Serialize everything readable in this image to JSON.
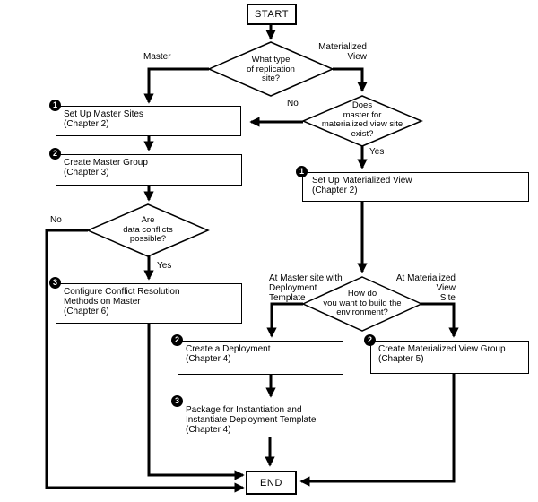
{
  "flowchart": {
    "terminals": {
      "start": "START",
      "end": "END"
    },
    "decisions": {
      "what_type": {
        "lines": [
          "What type",
          "of replication",
          "site?"
        ]
      },
      "does_master_exist": {
        "lines": [
          "Does",
          "master for",
          "materialized view site",
          "exist?"
        ]
      },
      "data_conflicts": {
        "lines": [
          "Are",
          "data conflicts",
          "possible?"
        ]
      },
      "how_build": {
        "lines": [
          "How do",
          "you want to build the",
          "environment?"
        ]
      }
    },
    "processes": {
      "setup_master_sites": {
        "badge": "1",
        "lines": [
          "Set Up Master Sites",
          "(Chapter 2)"
        ]
      },
      "create_master_group": {
        "badge": "2",
        "lines": [
          "Create Master Group",
          "(Chapter 3)"
        ]
      },
      "configure_conflict_resolution": {
        "badge": "3",
        "lines": [
          "Configure Conflict Resolution",
          "Methods on Master",
          "(Chapter 6)"
        ]
      },
      "setup_materialized_view": {
        "badge": "1",
        "lines": [
          "Set Up Materialized View",
          "(Chapter 2)"
        ]
      },
      "create_deployment": {
        "badge": "2",
        "lines": [
          "Create a Deployment",
          "(Chapter 4)"
        ]
      },
      "create_mv_group": {
        "badge": "2",
        "lines": [
          "Create Materialized View Group",
          "(Chapter 5)"
        ]
      },
      "package_instantiation": {
        "badge": "3",
        "lines": [
          "Package for Instantiation and",
          "Instantiate Deployment Template",
          "(Chapter 4)"
        ]
      }
    },
    "edge_labels": {
      "master": "Master",
      "materialized_view": {
        "lines": [
          "Materialized",
          "View"
        ]
      },
      "does_master_no": "No",
      "does_master_yes": "Yes",
      "conflicts_no": "No",
      "conflicts_yes": "Yes",
      "build_left": {
        "lines": [
          "At Master site with",
          "Deployment",
          "Template"
        ]
      },
      "build_right": {
        "lines": [
          "At Materialized",
          "View",
          "Site"
        ]
      }
    },
    "colors": {
      "line": "#000000",
      "node_fill": "#ffffff",
      "badge_bg": "#000000",
      "badge_fg": "#ffffff"
    }
  }
}
